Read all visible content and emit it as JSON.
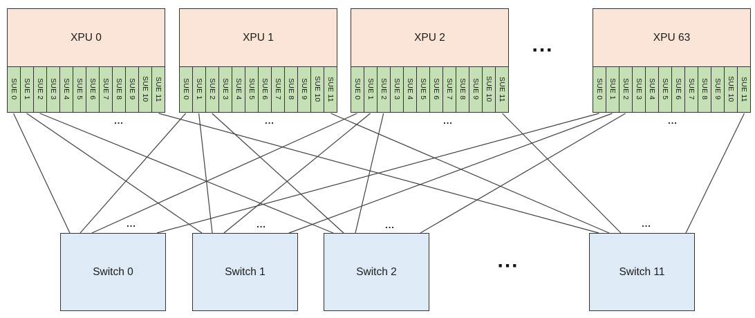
{
  "diagram": {
    "ellipsis": "...",
    "colors": {
      "xpu_fill": "#fbe5d6",
      "sue_fill": "#c5e0b4",
      "switch_fill": "#deeaf6",
      "border": "#333333",
      "line": "#404040"
    },
    "xpus": [
      {
        "label": "XPU 0",
        "sues": [
          "SUE 0",
          "SUE 1",
          "SUE 2",
          "SUE 3",
          "SUE 4",
          "SUE 5",
          "SUE 6",
          "SUE 7",
          "SUE 8",
          "SUE 9",
          "SUE 10",
          "SUE 11"
        ]
      },
      {
        "label": "XPU 1",
        "sues": [
          "SUE 0",
          "SUE 1",
          "SUE 2",
          "SUE 3",
          "SUE 4",
          "SUE 5",
          "SUE 6",
          "SUE 7",
          "SUE 8",
          "SUE 9",
          "SUE 10",
          "SUE 11"
        ]
      },
      {
        "label": "XPU 2",
        "sues": [
          "SUE 0",
          "SUE 1",
          "SUE 2",
          "SUE 3",
          "SUE 4",
          "SUE 5",
          "SUE 6",
          "SUE 7",
          "SUE 8",
          "SUE 9",
          "SUE 10",
          "SUE 11"
        ]
      },
      {
        "label": "XPU 63",
        "sues": [
          "SUE 0",
          "SUE 1",
          "SUE 2",
          "SUE 3",
          "SUE 4",
          "SUE 5",
          "SUE 6",
          "SUE 7",
          "SUE 8",
          "SUE 9",
          "SUE 10",
          "SUE 11"
        ]
      }
    ],
    "switches": [
      {
        "label": "Switch 0"
      },
      {
        "label": "Switch 1"
      },
      {
        "label": "Switch 2"
      },
      {
        "label": "Switch 11"
      }
    ],
    "connections": [
      {
        "xpu": 0,
        "sue": 0,
        "sw": 0
      },
      {
        "xpu": 0,
        "sue": 1,
        "sw": 1
      },
      {
        "xpu": 0,
        "sue": 2,
        "sw": 2
      },
      {
        "xpu": 0,
        "sue": 11,
        "sw": 3
      },
      {
        "xpu": 1,
        "sue": 0,
        "sw": 0
      },
      {
        "xpu": 1,
        "sue": 1,
        "sw": 1
      },
      {
        "xpu": 1,
        "sue": 2,
        "sw": 2
      },
      {
        "xpu": 1,
        "sue": 11,
        "sw": 3
      },
      {
        "xpu": 2,
        "sue": 0,
        "sw": 0
      },
      {
        "xpu": 2,
        "sue": 1,
        "sw": 1
      },
      {
        "xpu": 2,
        "sue": 2,
        "sw": 2
      },
      {
        "xpu": 2,
        "sue": 11,
        "sw": 3
      },
      {
        "xpu": 3,
        "sue": 0,
        "sw": 0
      },
      {
        "xpu": 3,
        "sue": 1,
        "sw": 1
      },
      {
        "xpu": 3,
        "sue": 2,
        "sw": 2
      },
      {
        "xpu": 3,
        "sue": 11,
        "sw": 3
      }
    ]
  }
}
